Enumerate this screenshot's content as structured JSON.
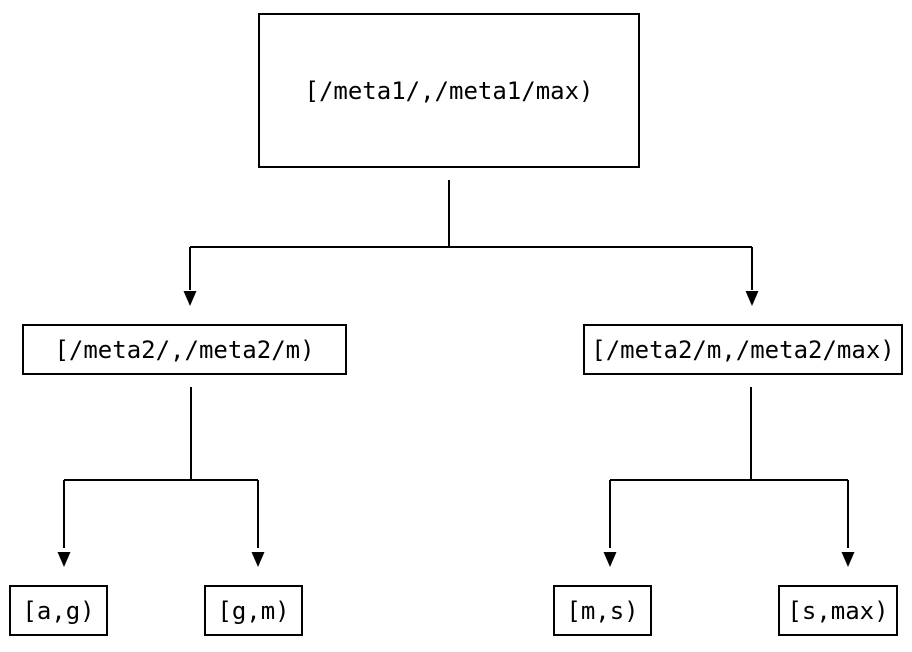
{
  "diagram": {
    "type": "tree",
    "colors": {
      "background": "#ffffff",
      "node_fill": "#ffffff",
      "node_border": "#000000",
      "line": "#000000",
      "text": "#000000"
    },
    "nodes": {
      "root": {
        "label": "[/meta1/,/meta1/max)"
      },
      "mid_left": {
        "label": "[/meta2/,/meta2/m)"
      },
      "mid_right": {
        "label": "[/meta2/m,/meta2/max)"
      },
      "leaf_ag": {
        "label": "[a,g)"
      },
      "leaf_gm": {
        "label": "[g,m)"
      },
      "leaf_ms": {
        "label": "[m,s)"
      },
      "leaf_smax": {
        "label": "[s,max)"
      }
    },
    "edges": [
      {
        "from": "root",
        "to": "mid_left"
      },
      {
        "from": "root",
        "to": "mid_right"
      },
      {
        "from": "mid_left",
        "to": "leaf_ag"
      },
      {
        "from": "mid_left",
        "to": "leaf_gm"
      },
      {
        "from": "mid_right",
        "to": "leaf_ms"
      },
      {
        "from": "mid_right",
        "to": "leaf_smax"
      }
    ]
  }
}
